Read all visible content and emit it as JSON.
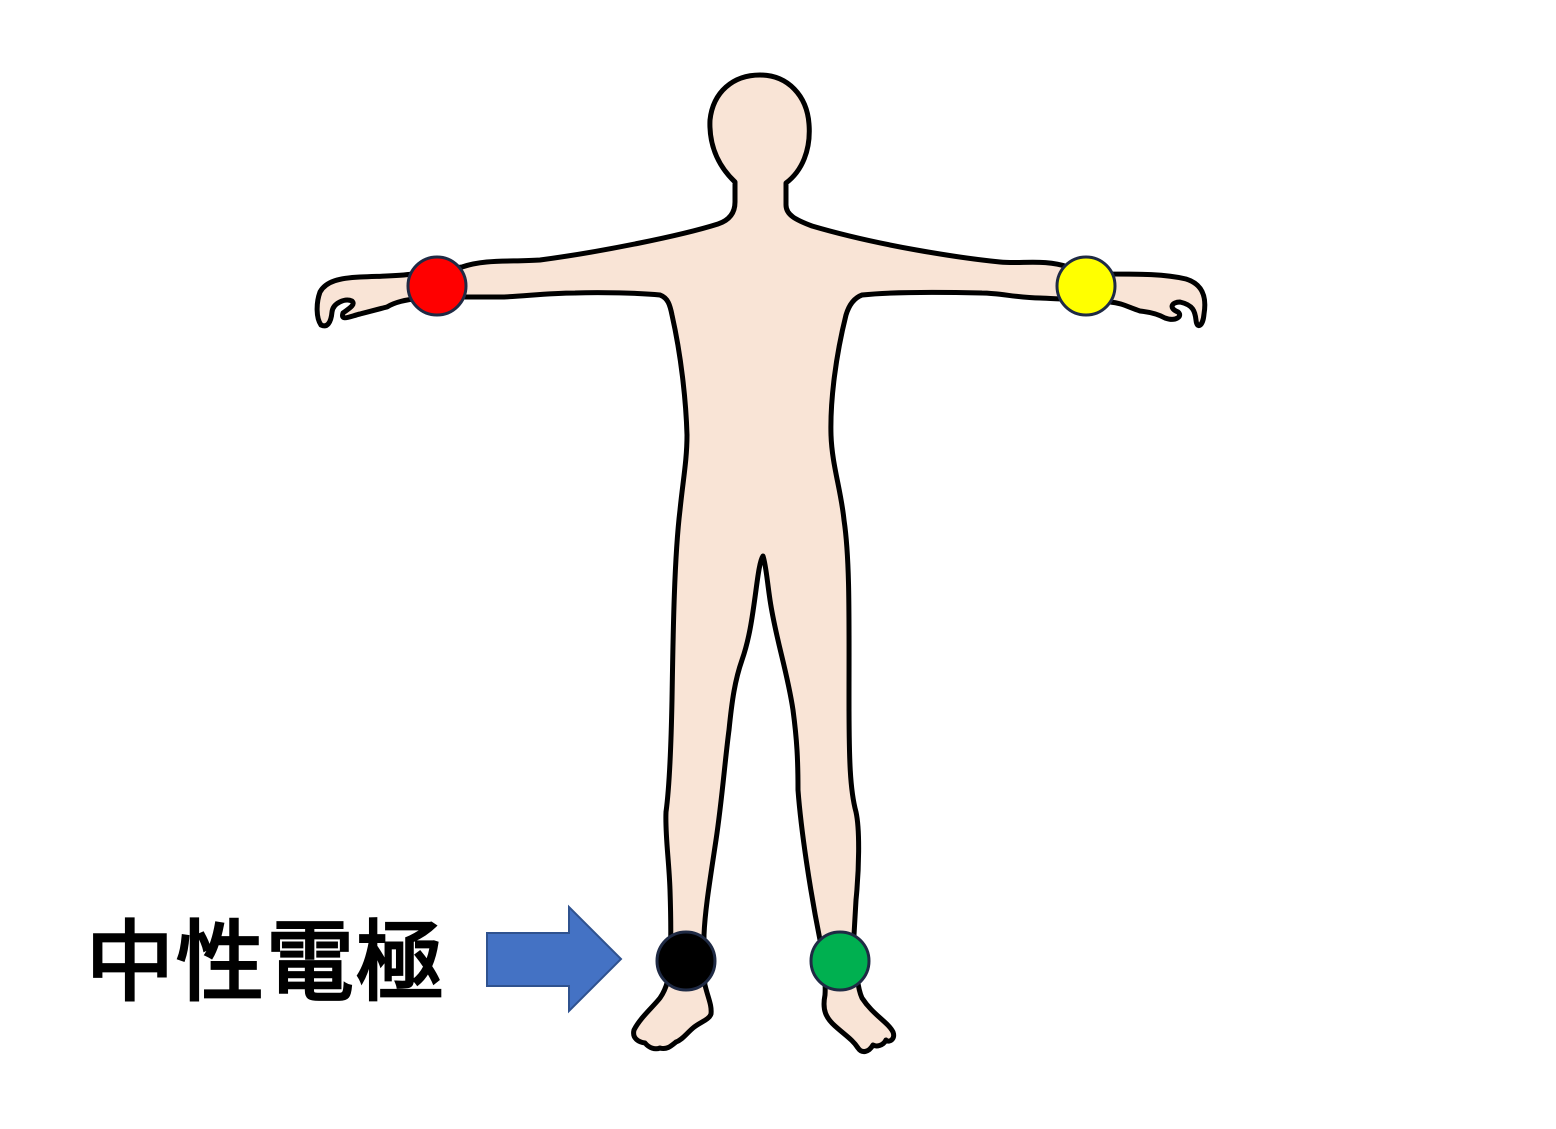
{
  "label": {
    "text": "中性電極"
  },
  "figure": {
    "skin_color": "#f9e4d6",
    "outline_color": "#000000",
    "arrow_color": "#4472c4",
    "arrow_border_color": "#2f528f"
  },
  "electrodes": [
    {
      "position": "right-arm",
      "color": "#ff0000"
    },
    {
      "position": "left-arm",
      "color": "#ffff00"
    },
    {
      "position": "right-leg",
      "color": "#000000"
    },
    {
      "position": "left-leg",
      "color": "#00b050"
    }
  ],
  "icons": {
    "pointer": "right-arrow-icon"
  }
}
